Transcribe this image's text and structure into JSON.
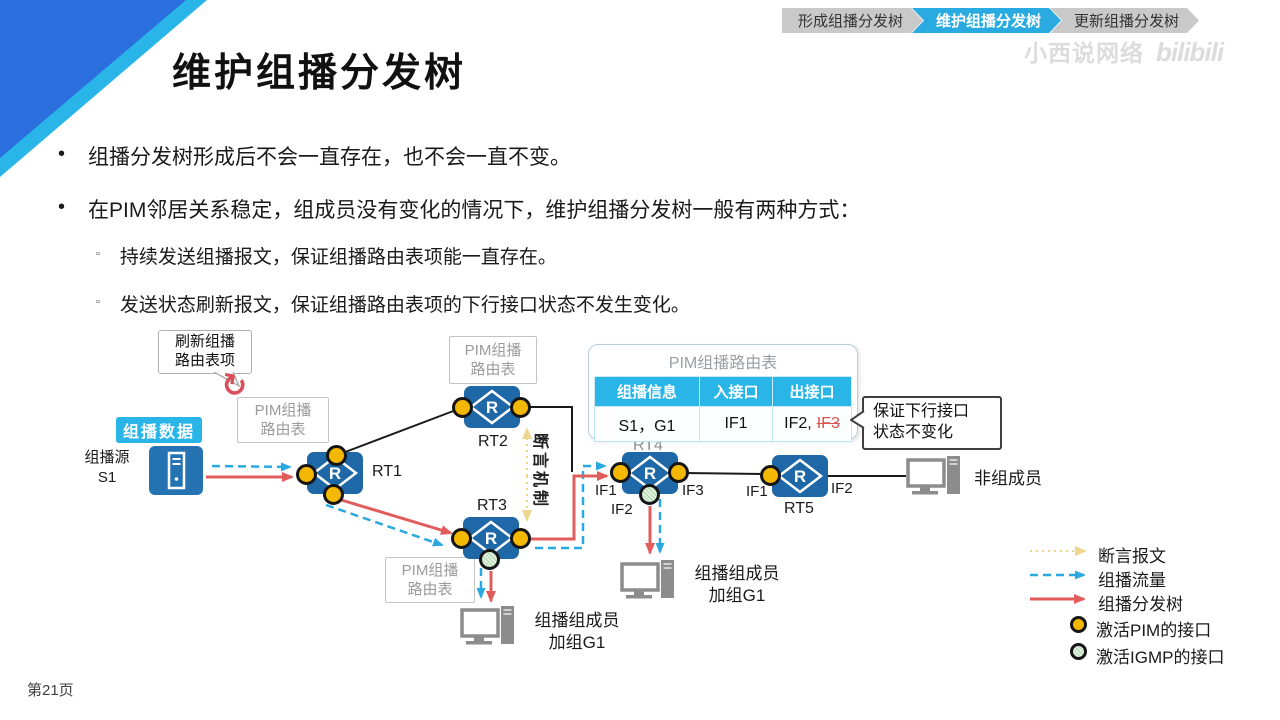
{
  "slide": {
    "title": "维护组播分发树",
    "page_label": "第21页",
    "watermark": {
      "brand": "小西说网络",
      "logo": "bilibili"
    }
  },
  "breadcrumb": {
    "tabs": [
      {
        "label": "形成组播分发树",
        "active": false
      },
      {
        "label": "维护组播分发树",
        "active": true
      },
      {
        "label": "更新组播分发树",
        "active": false
      }
    ]
  },
  "bullets": {
    "items": [
      "组播分发树形成后不会一直存在，也不会一直不变。",
      "在PIM邻居关系稳定，组成员没有变化的情况下，维护组播分发树一般有两种方式："
    ],
    "sub_items": [
      "持续发送组播报文，保证组播路由表项能一直存在。",
      "发送状态刷新报文，保证组播路由表项的下行接口状态不发生变化。"
    ]
  },
  "diagram": {
    "refresh_callout": {
      "line1": "刷新组播",
      "line2": "路由表项"
    },
    "pim_table_box": {
      "line1": "PIM组播",
      "line2": "路由表"
    },
    "multicast_data_badge": "组播数据",
    "source": {
      "line1": "组播源",
      "line2": "S1"
    },
    "assert_mechanism": "断言机制",
    "routers": {
      "rt1": "RT1",
      "rt2": "RT2",
      "rt3": "RT3",
      "rt4": "RT4",
      "rt5": "RT5"
    },
    "interfaces": {
      "rt4_if1": "IF1",
      "rt4_if2": "IF2",
      "rt4_if3": "IF3",
      "rt5_if1": "IF1",
      "rt5_if2": "IF2"
    },
    "route_table": {
      "title": "PIM组播路由表",
      "headers": [
        "组播信息",
        "入接口",
        "出接口"
      ],
      "row": {
        "group_info": "S1，G1",
        "in_if": "IF1",
        "out_if_kept": "IF2,",
        "out_if_removed": "IF3"
      }
    },
    "keep_callout": {
      "line1": "保证下行接口",
      "line2": "状态不变化"
    },
    "non_member_label": "非组成员",
    "member_label": {
      "line1": "组播组成员",
      "line2": "加组G1"
    },
    "legend": {
      "assert_packet": "断言报文",
      "multicast_traffic": "组播流量",
      "distribution_tree": "组播分发树",
      "pim_interface": "激活PIM的接口",
      "igmp_interface": "激活IGMP的接口"
    },
    "colors": {
      "accent_cyan": "#29abe2",
      "router_blue": "#1e68a8",
      "arrow_red": "#e25c5c",
      "arrow_blue": "#2aa9e0",
      "assert_yellow": "#edd68e",
      "pim_port_yellow": "#f5b800",
      "igmp_port_green": "#cde9cb"
    }
  }
}
